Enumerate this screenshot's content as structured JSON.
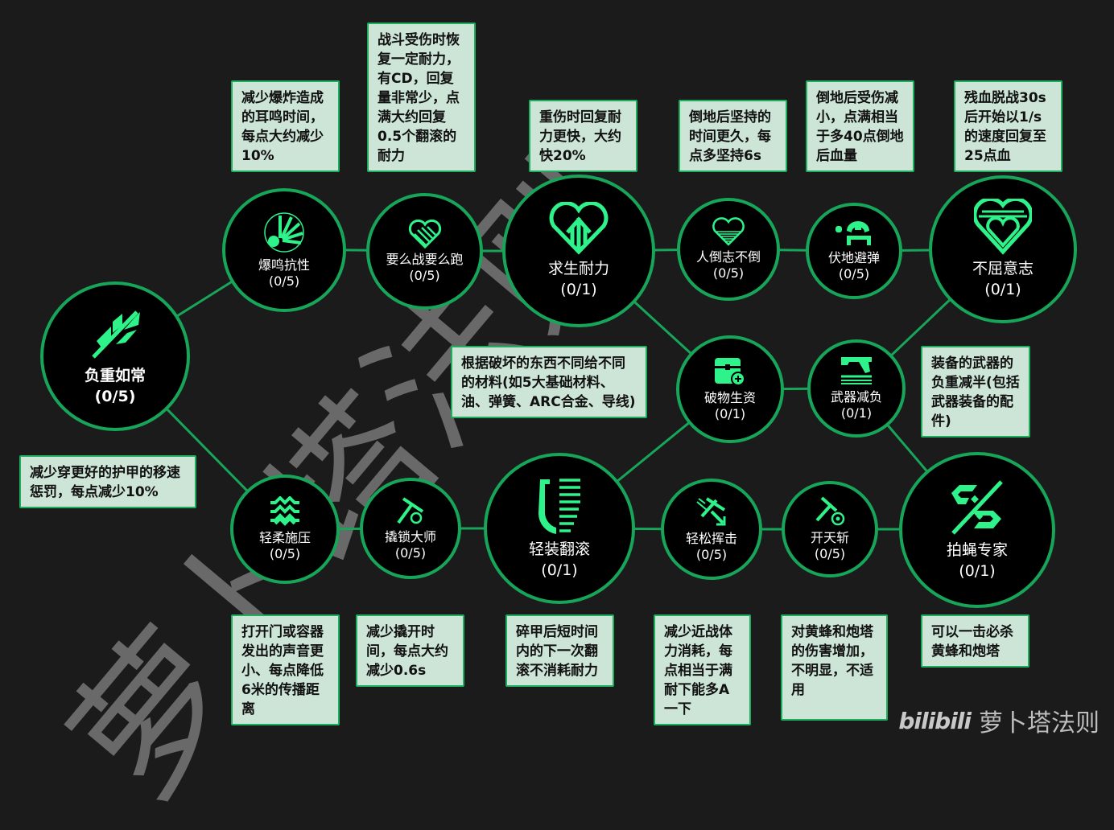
{
  "colors": {
    "background": "#1b1b1b",
    "accent": "#17a55a",
    "icon": "#2ef28a",
    "tip_bg": "#cde5d6",
    "watermark": "#6e6e6e"
  },
  "watermark": {
    "text": "萝卜塔法则"
  },
  "nodes": [
    {
      "id": "fuzhong",
      "name": "负重如常",
      "level": "(0/5)",
      "icon": "feather-slash-icon"
    },
    {
      "id": "baoming",
      "name": "爆鸣抗性",
      "level": "(0/5)",
      "icon": "explosion-icon"
    },
    {
      "id": "yaome",
      "name": "要么战要么跑",
      "level": "(0/5)",
      "icon": "striped-heart-icon"
    },
    {
      "id": "qiusheng",
      "name": "求生耐力",
      "level": "(0/1)",
      "icon": "heart-arrow-up-icon"
    },
    {
      "id": "rendao",
      "name": "人倒志不倒",
      "level": "(0/5)",
      "icon": "lined-heart-icon"
    },
    {
      "id": "fudi",
      "name": "伏地避弹",
      "level": "(0/5)",
      "icon": "prone-cover-icon"
    },
    {
      "id": "buqu",
      "name": "不屈意志",
      "level": "(0/1)",
      "icon": "double-heart-icon"
    },
    {
      "id": "powu",
      "name": "破物生资",
      "level": "(0/1)",
      "icon": "chest-plus-icon"
    },
    {
      "id": "wuqi",
      "name": "武器减负",
      "level": "(0/1)",
      "icon": "pistol-lines-icon"
    },
    {
      "id": "qingrou",
      "name": "轻柔施压",
      "level": "(0/5)",
      "icon": "waves-icon"
    },
    {
      "id": "qiaosuo",
      "name": "撬锁大师",
      "level": "(0/5)",
      "icon": "pick-lock-icon"
    },
    {
      "id": "qingzhuang",
      "name": "轻装翻滚",
      "level": "(0/1)",
      "icon": "shield-lines-icon"
    },
    {
      "id": "qingsong",
      "name": "轻松挥击",
      "level": "(0/5)",
      "icon": "swing-pick-icon"
    },
    {
      "id": "kaitian",
      "name": "开天斩",
      "level": "(0/5)",
      "icon": "pick-target-icon"
    },
    {
      "id": "paiying",
      "name": "拍蝇专家",
      "level": "(0/1)",
      "icon": "broken-chain-slash-icon"
    }
  ],
  "tips": [
    {
      "for": "baoming",
      "text": "减少爆炸造成的耳鸣时间，每点大约减少10%"
    },
    {
      "for": "yaome",
      "text": "战斗受伤时恢复一定耐力，有CD，回复量非常少，点满大约回复0.5个翻滚的耐力"
    },
    {
      "for": "qiusheng",
      "text": "重伤时回复耐力更快，大约快20%"
    },
    {
      "for": "rendao",
      "text": "倒地后坚持的时间更久，每点多坚持6s"
    },
    {
      "for": "fudi",
      "text": "倒地后受伤减小，点满相当于多40点倒地后血量"
    },
    {
      "for": "buqu",
      "text": "残血脱战30s后开始以1/s的速度回复至25点血"
    },
    {
      "for": "fuzhong",
      "text": "减少穿更好的护甲的移速惩罚，每点减少10%"
    },
    {
      "for": "powu",
      "text": "根据破坏的东西不同给不同的材料(如5大基础材料、油、弹簧、ARC合金、导线)"
    },
    {
      "for": "wuqi",
      "text": "装备的武器的负重减半(包括武器装备的配件)"
    },
    {
      "for": "qingrou",
      "text": "打开门或容器发出的声音更小、每点降低6米的传播距离"
    },
    {
      "for": "qiaosuo",
      "text": "减少撬开时间，每点大约减少0.6s"
    },
    {
      "for": "qingzhuang",
      "text": "碎甲后短时间内的下一次翻滚不消耗耐力"
    },
    {
      "for": "qingsong",
      "text": "减少近战体力消耗，每点相当于满耐下能多A一下"
    },
    {
      "for": "kaitian",
      "text": "对黄蜂和炮塔的伤害增加，不明显，不适用"
    },
    {
      "for": "paiying",
      "text": "可以一击必杀黄蜂和炮塔"
    }
  ],
  "footer": {
    "brand": "bilibili",
    "author": "萝卜塔法则"
  }
}
